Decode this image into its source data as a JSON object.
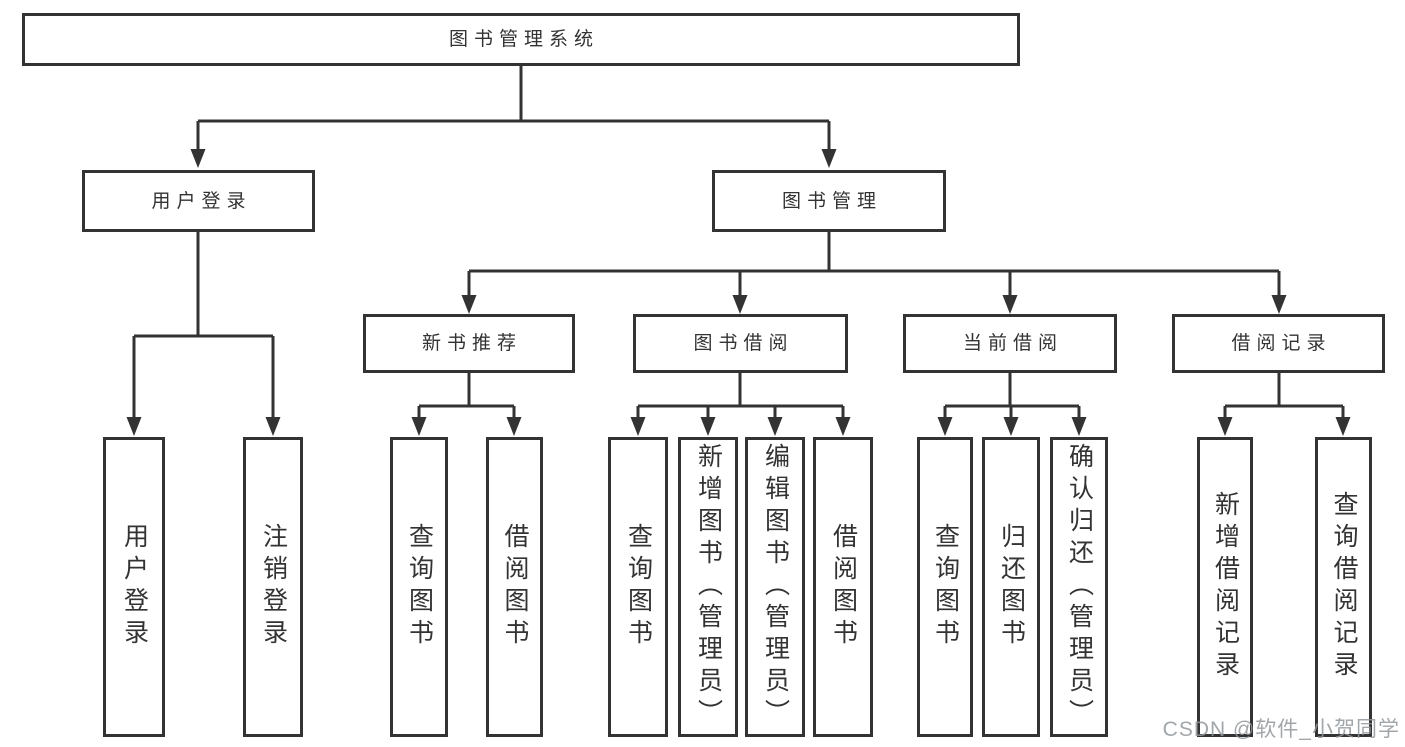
{
  "diagram": {
    "type": "hierarchy-tree",
    "colors": {
      "line": "#333333",
      "border": "#333333",
      "text": "#333333",
      "background": "#ffffff",
      "watermark": "#91969b"
    },
    "watermark": "CSDN @软件_小贺同学",
    "labels": {
      "root": "图书管理系统",
      "login": "用户登录",
      "mgmt": "图书管理",
      "newbook": "新书推荐",
      "borrow": "图书借阅",
      "current": "当前借阅",
      "records": "借阅记录",
      "leaf_user_login": "用户登录",
      "leaf_logout": "注销登录",
      "leaf_nb_query": "查询图书",
      "leaf_nb_borrow": "借阅图书",
      "leaf_bb_query": "查询图书",
      "leaf_bb_add": "新增图书（管理员）",
      "leaf_bb_edit": "编辑图书（管理员）",
      "leaf_bb_borrow": "借阅图书",
      "leaf_cb_query": "查询图书",
      "leaf_cb_return": "归还图书",
      "leaf_cb_confirm": "确认归还（管理员）",
      "leaf_br_add": "新增借阅记录",
      "leaf_br_query": "查询借阅记录"
    },
    "tree": {
      "label": "图书管理系统",
      "children": [
        {
          "label": "用户登录",
          "children": [
            {
              "label": "用户登录"
            },
            {
              "label": "注销登录"
            }
          ]
        },
        {
          "label": "图书管理",
          "children": [
            {
              "label": "新书推荐",
              "children": [
                {
                  "label": "查询图书"
                },
                {
                  "label": "借阅图书"
                }
              ]
            },
            {
              "label": "图书借阅",
              "children": [
                {
                  "label": "查询图书"
                },
                {
                  "label": "新增图书（管理员）"
                },
                {
                  "label": "编辑图书（管理员）"
                },
                {
                  "label": "借阅图书"
                }
              ]
            },
            {
              "label": "当前借阅",
              "children": [
                {
                  "label": "查询图书"
                },
                {
                  "label": "归还图书"
                },
                {
                  "label": "确认归还（管理员）"
                }
              ]
            },
            {
              "label": "借阅记录",
              "children": [
                {
                  "label": "新增借阅记录"
                },
                {
                  "label": "查询借阅记录"
                }
              ]
            }
          ]
        }
      ]
    }
  }
}
